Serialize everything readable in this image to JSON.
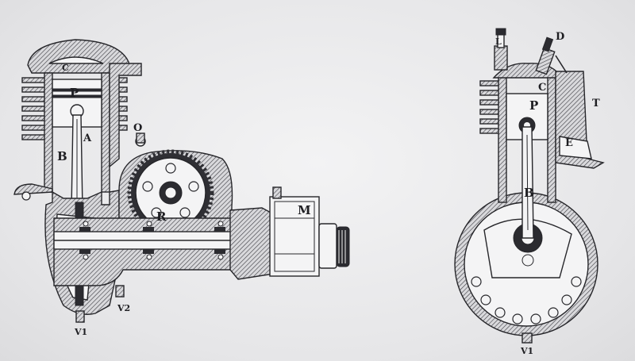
{
  "left_view": {
    "labels": {
      "C": "C",
      "P": "P",
      "A": "A",
      "B": "B",
      "O": "O",
      "R": "R",
      "M": "M",
      "V1": "V1",
      "V2": "V2"
    }
  },
  "right_view": {
    "labels": {
      "L": "L",
      "D": "D",
      "C": "C",
      "P": "P",
      "T": "T",
      "E": "E",
      "B": "B",
      "V1": "V1"
    }
  },
  "colors": {
    "ink": "#26262a",
    "paper": "#efeff0"
  }
}
